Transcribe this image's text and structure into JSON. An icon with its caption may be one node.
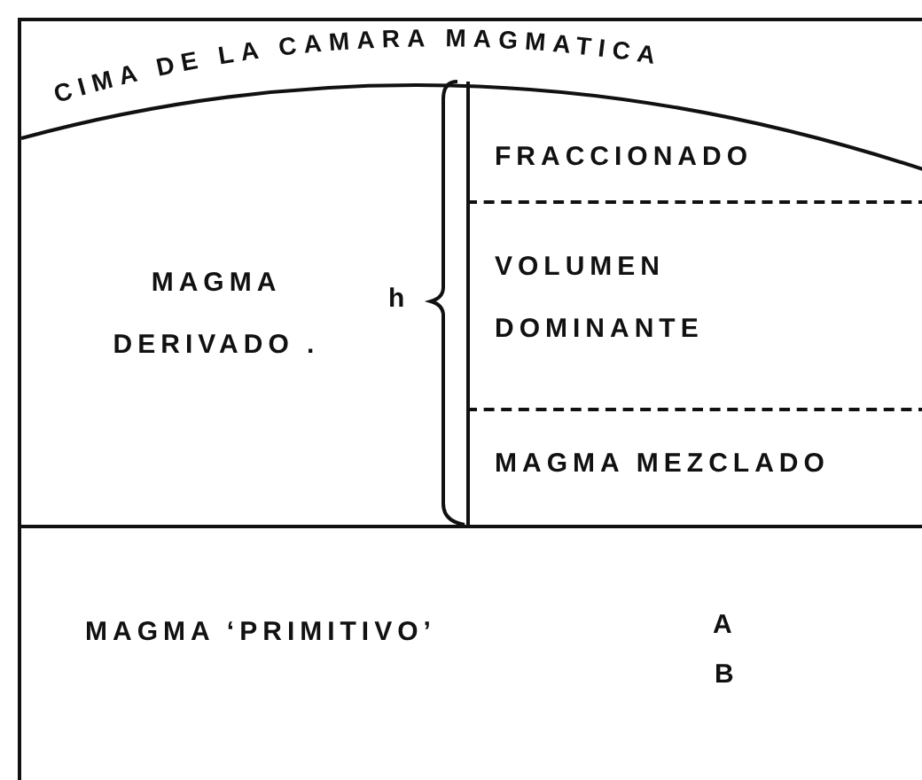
{
  "diagram": {
    "nodes": [
      {
        "text": [
          "MAGMA DERIVADO ."
        ]
      },
      {
        "text": [
          "FRACCIONADO"
        ],
        "in": 0
      },
      {
        "text": [
          "VOLUMEN DOMINANTE"
        ],
        "in": 0
      },
      {
        "text": [
          "MAGMA MEZCLADO"
        ],
        "in": 0
      },
      {
        "text": [
          "MAGMA ‘PRIMITIVO’"
        ]
      }
    ],
    "labels": [
      "CIMA DE LA CAMARA MAGMATICA",
      "h",
      "A",
      "B"
    ]
  }
}
